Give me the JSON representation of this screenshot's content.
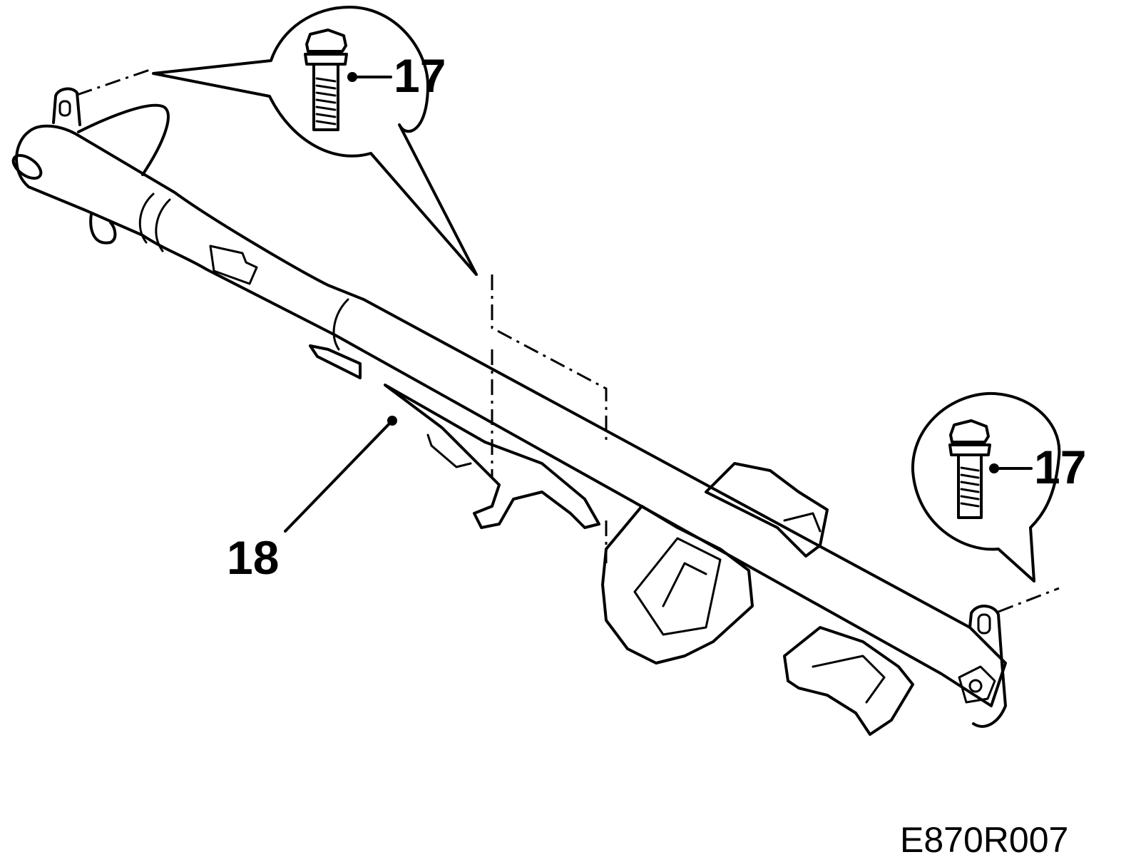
{
  "callouts": {
    "bolt_left": "17",
    "bolt_right": "17",
    "beam": "18"
  },
  "drawing_code": "E870R007",
  "icons": [
    "bolt-icon",
    "bolt-icon"
  ],
  "colors": {
    "line": "#000000",
    "background": "#ffffff"
  }
}
